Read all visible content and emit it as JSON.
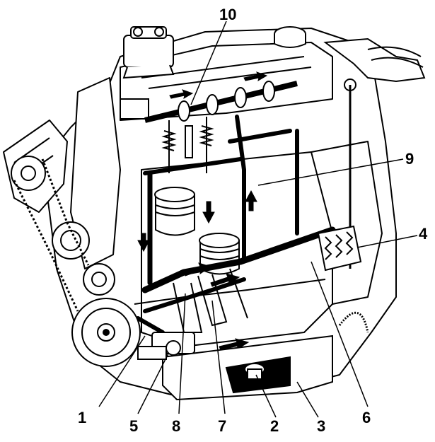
{
  "diagram": {
    "callouts": [
      {
        "id": "c1",
        "label": "1"
      },
      {
        "id": "c2",
        "label": "2"
      },
      {
        "id": "c3",
        "label": "3"
      },
      {
        "id": "c4",
        "label": "4"
      },
      {
        "id": "c5",
        "label": "5"
      },
      {
        "id": "c6",
        "label": "6"
      },
      {
        "id": "c7",
        "label": "7"
      },
      {
        "id": "c8",
        "label": "8"
      },
      {
        "id": "c9",
        "label": "9"
      },
      {
        "id": "c10",
        "label": "10"
      }
    ],
    "colors": {
      "ink": "#000000",
      "paper": "#ffffff",
      "shade": "#dcdcdc"
    },
    "icons": [
      "engine-block-icon",
      "camshaft-icon",
      "crankshaft-icon",
      "oil-pump-icon",
      "oil-filter-icon",
      "oil-pan-icon",
      "pulley-icon",
      "timing-belt-icon",
      "flow-arrow-icon"
    ]
  }
}
